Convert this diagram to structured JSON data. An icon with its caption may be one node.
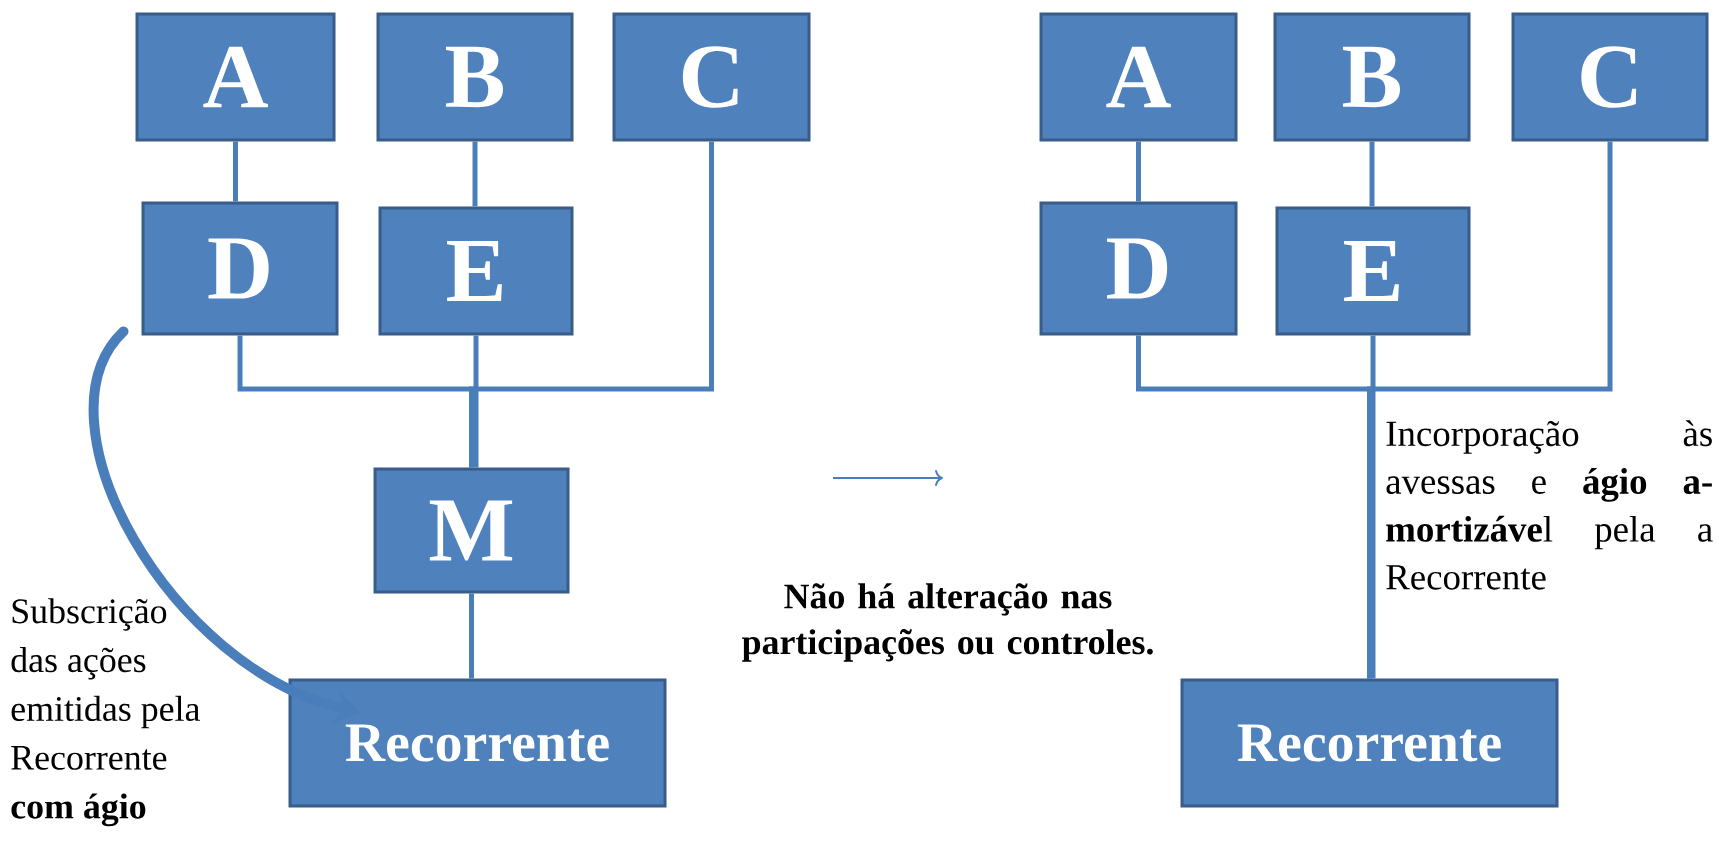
{
  "diagram": {
    "nodes": [
      {
        "text": [
          "A"
        ]
      },
      {
        "text": [
          "B"
        ]
      },
      {
        "text": [
          "C"
        ]
      },
      {
        "text": [
          "D"
        ]
      },
      {
        "text": [
          "E"
        ]
      },
      {
        "text": [
          "M"
        ]
      },
      {
        "text": [
          "Recorrente"
        ]
      },
      {
        "text": [
          "A"
        ]
      },
      {
        "text": [
          "B"
        ]
      },
      {
        "text": [
          "C"
        ]
      },
      {
        "text": [
          "D"
        ]
      },
      {
        "text": [
          "E"
        ]
      },
      {
        "text": [
          "Recorrente"
        ]
      }
    ],
    "edges": [
      {
        "from": 0,
        "to": 3,
        "arrow": "none"
      },
      {
        "from": 1,
        "to": 4,
        "arrow": "none"
      },
      {
        "from": 3,
        "to": 5,
        "arrow": "none"
      },
      {
        "from": 2,
        "to": 5,
        "arrow": "none"
      },
      {
        "from": 4,
        "to": 5,
        "arrow": "none"
      },
      {
        "from": 5,
        "to": 6,
        "arrow": "none"
      },
      {
        "from": 3,
        "to": 6,
        "arrow": "to",
        "style": "thick"
      },
      {
        "from": 7,
        "to": 10,
        "arrow": "none"
      },
      {
        "from": 8,
        "to": 11,
        "arrow": "none"
      },
      {
        "from": 10,
        "to": 12,
        "arrow": "none"
      },
      {
        "from": 9,
        "to": 12,
        "arrow": "none"
      },
      {
        "from": 11,
        "to": 12,
        "arrow": "none"
      }
    ],
    "labels": [
      "Subscrição das ações emitidas pela Recorrente **com ágio**",
      "Não há alteração nas participações ou controles.",
      "Incorporação às avessas e **ágio a-mortizáve**l pela a Recorrente"
    ]
  }
}
